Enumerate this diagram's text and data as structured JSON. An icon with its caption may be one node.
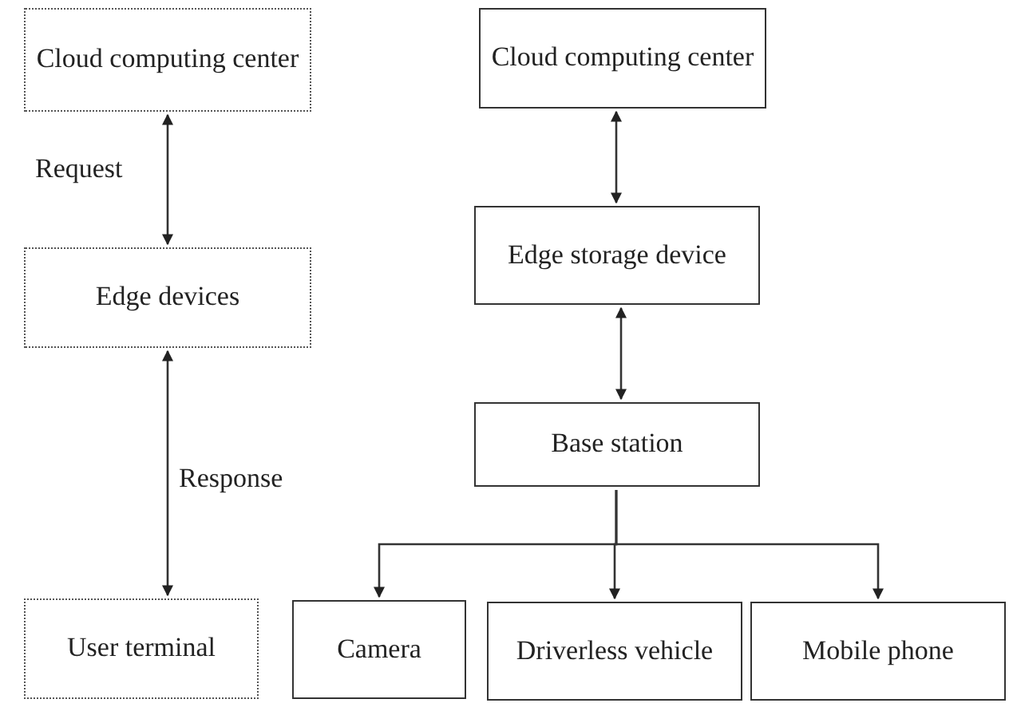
{
  "diagram": {
    "nodes": [
      {
        "text": [
          "Cloud computing center"
        ]
      },
      {
        "text": [
          "Edge devices"
        ]
      },
      {
        "text": [
          "User terminal"
        ]
      },
      {
        "text": [
          "Cloud computing center"
        ]
      },
      {
        "text": [
          "Edge storage device"
        ]
      },
      {
        "text": [
          "Base station"
        ]
      },
      {
        "text": [
          "Camera"
        ]
      },
      {
        "text": [
          "Driverless vehicle"
        ]
      },
      {
        "text": [
          "Mobile phone"
        ]
      }
    ],
    "edges": [
      {
        "from": 0,
        "to": 1,
        "arrow": "both",
        "label": "Request"
      },
      {
        "from": 1,
        "to": 2,
        "arrow": "both",
        "label": "Response"
      },
      {
        "from": 3,
        "to": 4,
        "arrow": "both"
      },
      {
        "from": 4,
        "to": 5,
        "arrow": "both"
      },
      {
        "from": 5,
        "to": 6,
        "arrow": "to"
      },
      {
        "from": 5,
        "to": 7,
        "arrow": "to"
      },
      {
        "from": 5,
        "to": 8,
        "arrow": "to"
      }
    ]
  }
}
